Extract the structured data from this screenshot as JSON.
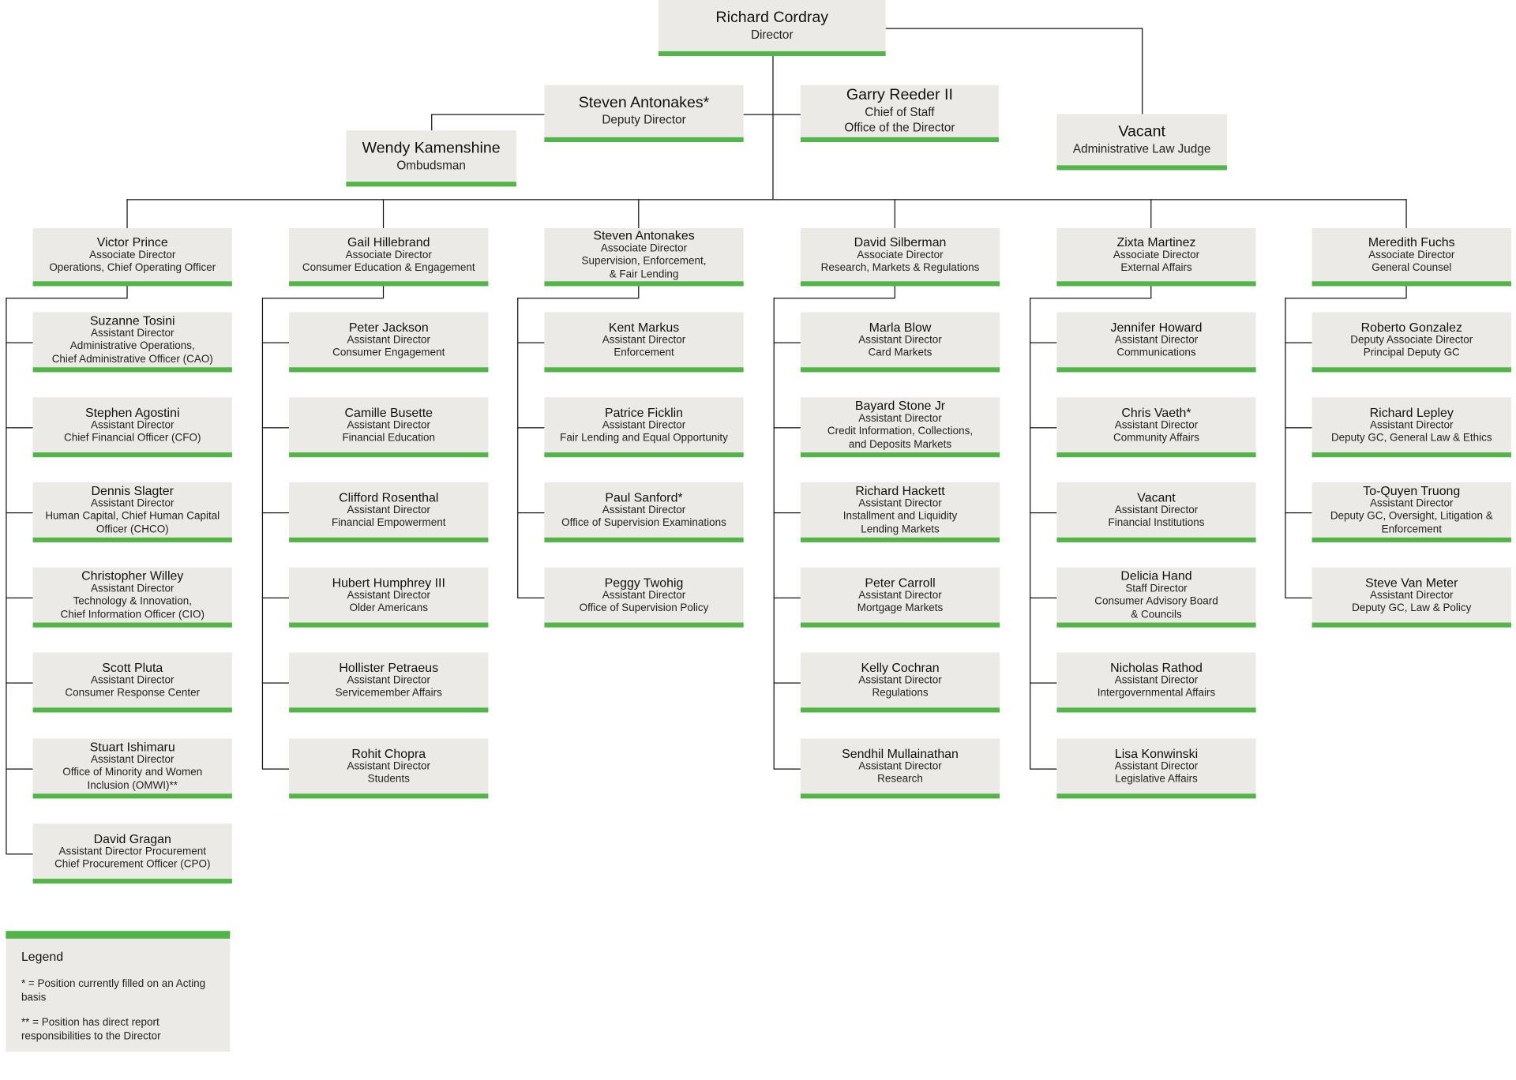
{
  "top": {
    "director": {
      "name": "Richard Cordray",
      "lines": [
        "Director"
      ]
    },
    "deputy": {
      "name": "Steven Antonakes*",
      "lines": [
        "Deputy Director"
      ]
    },
    "chief_of_staff": {
      "name": "Garry Reeder II",
      "lines": [
        "Chief of Staff",
        "Office of the Director"
      ]
    },
    "ombudsman": {
      "name": "Wendy Kamenshine",
      "lines": [
        "Ombudsman"
      ]
    },
    "alj": {
      "name": "Vacant",
      "lines": [
        "Administrative Law Judge"
      ]
    }
  },
  "columns": [
    {
      "head": {
        "name": "Victor Prince",
        "lines": [
          "Associate Director",
          "Operations, Chief Operating Officer"
        ]
      },
      "reports": [
        {
          "name": "Suzanne Tosini",
          "lines": [
            "Assistant Director",
            "Administrative Operations,",
            "Chief Administrative Officer (CAO)"
          ]
        },
        {
          "name": "Stephen Agostini",
          "lines": [
            "Assistant Director",
            "Chief Financial Officer (CFO)"
          ]
        },
        {
          "name": "Dennis Slagter",
          "lines": [
            "Assistant Director",
            "Human Capital, Chief Human Capital",
            "Officer (CHCO)"
          ]
        },
        {
          "name": "Christopher Willey",
          "lines": [
            "Assistant Director",
            "Technology & Innovation,",
            "Chief Information Officer (CIO)"
          ]
        },
        {
          "name": "Scott Pluta",
          "lines": [
            "Assistant Director",
            "Consumer Response Center"
          ]
        },
        {
          "name": "Stuart Ishimaru",
          "lines": [
            "Assistant Director",
            "Office of Minority and Women",
            "Inclusion (OMWI)**"
          ]
        },
        {
          "name": "David Gragan",
          "lines": [
            "Assistant Director Procurement",
            "Chief Procurement Officer (CPO)"
          ]
        }
      ]
    },
    {
      "head": {
        "name": "Gail Hillebrand",
        "lines": [
          "Associate Director",
          "Consumer Education & Engagement"
        ]
      },
      "reports": [
        {
          "name": "Peter Jackson",
          "lines": [
            "Assistant Director",
            "Consumer Engagement"
          ]
        },
        {
          "name": "Camille Busette",
          "lines": [
            "Assistant Director",
            "Financial Education"
          ]
        },
        {
          "name": "Clifford Rosenthal",
          "lines": [
            "Assistant Director",
            "Financial Empowerment"
          ]
        },
        {
          "name": "Hubert Humphrey III",
          "lines": [
            "Assistant Director",
            "Older Americans"
          ]
        },
        {
          "name": "Hollister Petraeus",
          "lines": [
            "Assistant Director",
            "Servicemember Affairs"
          ]
        },
        {
          "name": "Rohit Chopra",
          "lines": [
            "Assistant Director",
            "Students"
          ]
        }
      ]
    },
    {
      "head": {
        "name": "Steven Antonakes",
        "lines": [
          "Associate Director",
          "Supervision, Enforcement,",
          "& Fair Lending"
        ]
      },
      "reports": [
        {
          "name": "Kent Markus",
          "lines": [
            "Assistant Director",
            "Enforcement"
          ]
        },
        {
          "name": "Patrice Ficklin",
          "lines": [
            "Assistant Director",
            "Fair Lending and Equal Opportunity"
          ]
        },
        {
          "name": "Paul Sanford*",
          "lines": [
            "Assistant Director",
            "Office of Supervision Examinations"
          ]
        },
        {
          "name": "Peggy Twohig",
          "lines": [
            "Assistant Director",
            "Office of Supervision Policy"
          ]
        }
      ]
    },
    {
      "head": {
        "name": "David Silberman",
        "lines": [
          "Associate Director",
          "Research, Markets & Regulations"
        ]
      },
      "reports": [
        {
          "name": "Marla Blow",
          "lines": [
            "Assistant Director",
            "Card Markets"
          ]
        },
        {
          "name": "Bayard Stone Jr",
          "lines": [
            "Assistant Director",
            "Credit Information, Collections,",
            "and Deposits Markets"
          ]
        },
        {
          "name": "Richard Hackett",
          "lines": [
            "Assistant Director",
            "Installment and Liquidity",
            "Lending Markets"
          ]
        },
        {
          "name": "Peter Carroll",
          "lines": [
            "Assistant Director",
            "Mortgage Markets"
          ]
        },
        {
          "name": "Kelly Cochran",
          "lines": [
            "Assistant Director",
            "Regulations"
          ]
        },
        {
          "name": "Sendhil Mullainathan",
          "lines": [
            "Assistant Director",
            "Research"
          ]
        }
      ]
    },
    {
      "head": {
        "name": "Zixta Martinez",
        "lines": [
          "Associate Director",
          "External Affairs"
        ]
      },
      "reports": [
        {
          "name": "Jennifer Howard",
          "lines": [
            "Assistant Director",
            "Communications"
          ]
        },
        {
          "name": "Chris Vaeth*",
          "lines": [
            "Assistant Director",
            "Community Affairs"
          ]
        },
        {
          "name": "Vacant",
          "lines": [
            "Assistant Director",
            "Financial Institutions"
          ]
        },
        {
          "name": "Delicia Hand",
          "lines": [
            "Staff Director",
            "Consumer Advisory Board",
            "& Councils"
          ]
        },
        {
          "name": "Nicholas Rathod",
          "lines": [
            "Assistant Director",
            "Intergovernmental Affairs"
          ]
        },
        {
          "name": "Lisa Konwinski",
          "lines": [
            "Assistant Director",
            "Legislative Affairs"
          ]
        }
      ]
    },
    {
      "head": {
        "name": "Meredith Fuchs",
        "lines": [
          "Associate Director",
          "General Counsel"
        ]
      },
      "reports": [
        {
          "name": "Roberto Gonzalez",
          "lines": [
            "Deputy Associate Director",
            "Principal Deputy GC"
          ]
        },
        {
          "name": "Richard Lepley",
          "lines": [
            "Assistant Director",
            "Deputy GC, General Law & Ethics"
          ]
        },
        {
          "name": "To-Quyen Truong",
          "lines": [
            "Assistant Director",
            "Deputy GC, Oversight, Litigation &",
            "Enforcement"
          ]
        },
        {
          "name": "Steve Van Meter",
          "lines": [
            "Assistant Director",
            "Deputy GC, Law & Policy"
          ]
        }
      ]
    }
  ],
  "legend": {
    "title": "Legend",
    "items": [
      "* = Position currently filled on an Acting basis",
      "** = Position has direct report responsibilities to the Director"
    ]
  },
  "colors": {
    "accent": "#52b548",
    "box": "#ebeae6",
    "line": "#111111"
  }
}
